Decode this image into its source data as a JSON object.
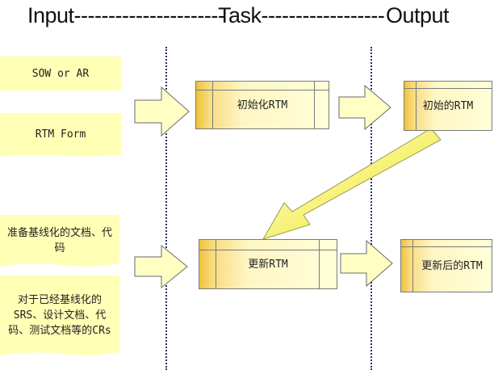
{
  "header": {
    "input_label": "Input----------------------",
    "task_label": "Task------------------",
    "output_label": "Output"
  },
  "inputs": {
    "sow": "SOW or AR",
    "rtm_form": "RTM Form",
    "baseline_docs": "准备基线化的文档、代码",
    "crs": "对于已经基线化的SRS、设计文档、代码、测试文档等的CRs"
  },
  "tasks": {
    "init": "初始化RTM",
    "update": "更新RTM"
  },
  "outputs": {
    "initial_rtm": "初始的RTM",
    "updated_rtm": "更新后的RTM"
  },
  "colors": {
    "doc_fill": "#ffffb5",
    "arrow_fill": "#ffffc4",
    "task_gradient_start": "#f0c23a",
    "feedback_arrow": "#f5f03a",
    "divider": "#2a2a7a"
  }
}
